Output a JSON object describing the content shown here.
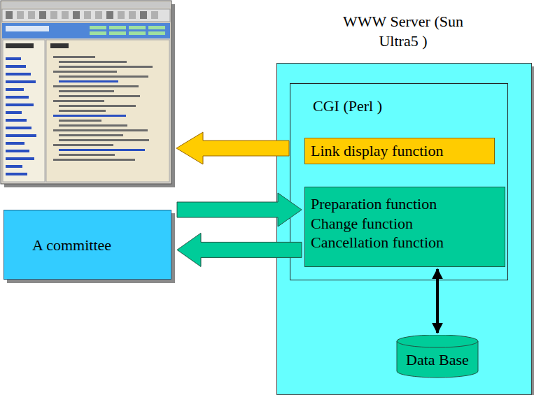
{
  "diagram": {
    "nodes": [
      {
        "text": [
          "WWW Server (Sun Ultra5 )"
        ]
      },
      {
        "text": [
          "CGI (Perl )"
        ],
        "in": 0
      },
      {
        "text": [
          "Link display function"
        ],
        "in": 1
      },
      {
        "text": [
          "Preparation function",
          "Change function",
          "Cancellation function"
        ],
        "in": 1
      },
      {
        "text": [
          "Data Base"
        ],
        "in": 0
      },
      {
        "text": [
          "A committee"
        ]
      }
    ],
    "edges": [
      {
        "from": 5,
        "to": 3,
        "arrow": "to"
      },
      {
        "from": 3,
        "to": 5,
        "arrow": "to"
      },
      {
        "from": 3,
        "to": 4,
        "arrow": "both"
      }
    ]
  }
}
